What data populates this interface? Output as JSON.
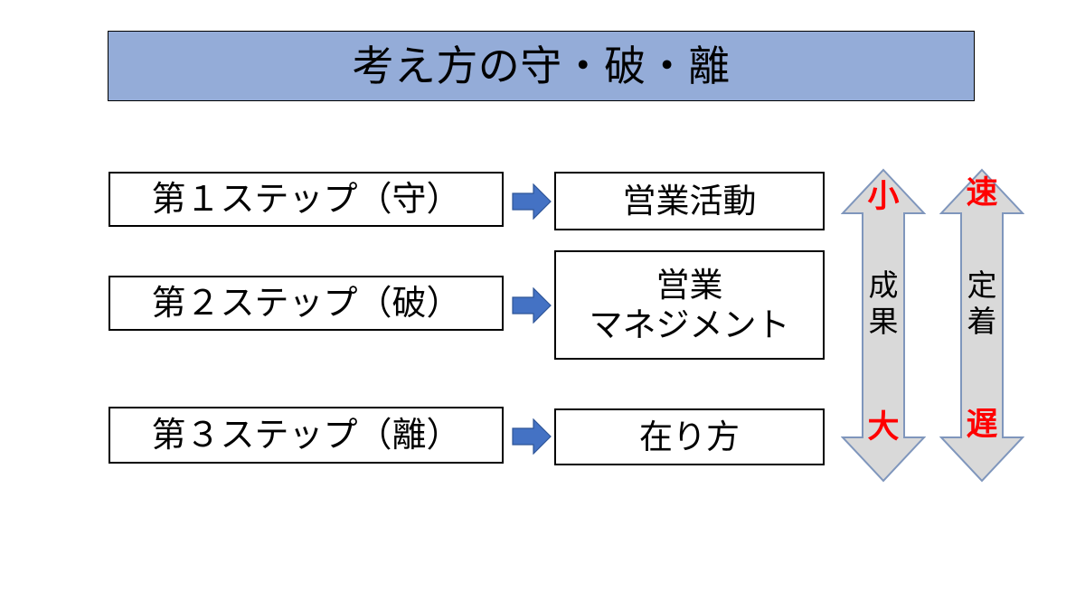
{
  "slide": {
    "title": "考え方の守・破・離",
    "background_color": "#FFFFFF",
    "banner_color": "#94ACD8",
    "connector_arrow_color": "#4472C4",
    "gauge_arrow_fill": "#D9D9D9",
    "gauge_arrow_stroke": "#7F96BC",
    "accent_red": "#FF0000"
  },
  "steps": [
    {
      "step_label": "第１ステップ（守）",
      "connector": "right-arrow-icon",
      "result_lines": [
        "営業活動"
      ]
    },
    {
      "step_label": "第２ステップ（破）",
      "connector": "right-arrow-icon",
      "result_lines": [
        "営業",
        "マネジメント"
      ]
    },
    {
      "step_label": "第３ステップ（離）",
      "connector": "right-arrow-icon",
      "result_lines": [
        "在り方"
      ]
    }
  ],
  "gauges": [
    {
      "name": "成果",
      "top_label": "小",
      "middle_label": "成果",
      "bottom_label": "大"
    },
    {
      "name": "定着",
      "top_label": "速",
      "middle_label": "定着",
      "bottom_label": "遅"
    }
  ]
}
